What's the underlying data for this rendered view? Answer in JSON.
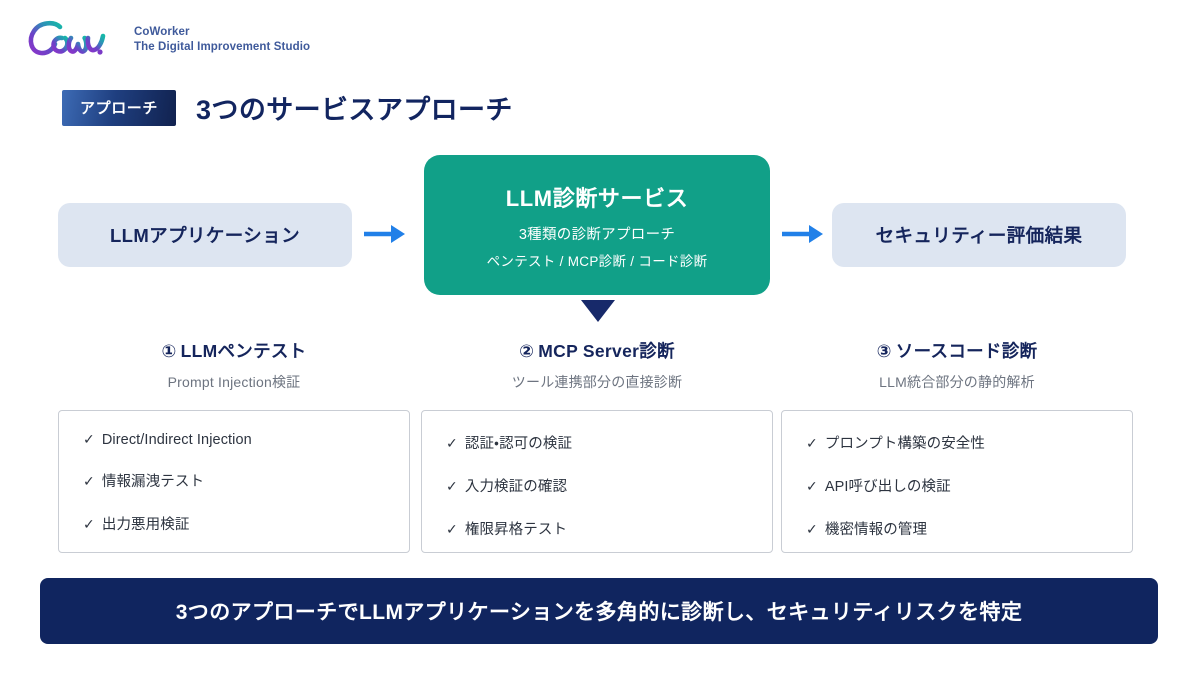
{
  "brand": {
    "logo_icon": "coworker-cow-script-logo",
    "name": "CoWorker",
    "tagline": "The Digital Improvement Studio"
  },
  "header": {
    "badge": "アプローチ",
    "title": "3つのサービスアプローチ"
  },
  "flow": {
    "input_box": "LLMアプリケーション",
    "arrow_left_icon": "arrow-right-icon",
    "center": {
      "title": "LLM診断サービス",
      "subtitle": "3種類の診断アプローチ",
      "detail": "ペンテスト / MCP診断 / コード診断"
    },
    "arrow_right_icon": "arrow-right-icon",
    "output_box": "セキュリティー評価結果",
    "down_caret_icon": "triangle-down-icon"
  },
  "columns": [
    {
      "number": "①",
      "heading": "LLMペンテスト",
      "subtitle": "Prompt Injection検証",
      "items": [
        "Direct/Indirect Injection",
        "情報漏洩テスト",
        "出力悪用検証"
      ]
    },
    {
      "number": "②",
      "heading": "MCP Server診断",
      "subtitle": "ツール連携部分の直接診断",
      "items": [
        "認証・認可の検証",
        "入力検証の確認",
        "権限昇格テスト"
      ]
    },
    {
      "number": "③",
      "heading": "ソースコード診断",
      "subtitle": "LLM統合部分の静的解析",
      "items": [
        "プロンプト構築の安全性",
        "API呼び出しの検証",
        "機密情報の管理"
      ]
    }
  ],
  "check_mark": "✓",
  "banner": {
    "text": "3つのアプローチでLLMアプリケーションを多角的に診断し、セキュリティリスクを特定"
  },
  "colors": {
    "navy": "#10255f",
    "title_navy": "#122560",
    "teal": "#11a088",
    "light_blue_box": "#dde5f1",
    "arrow_blue": "#2180e8",
    "subtitle_gray": "#6d7480",
    "card_border": "#c9cdd4"
  }
}
